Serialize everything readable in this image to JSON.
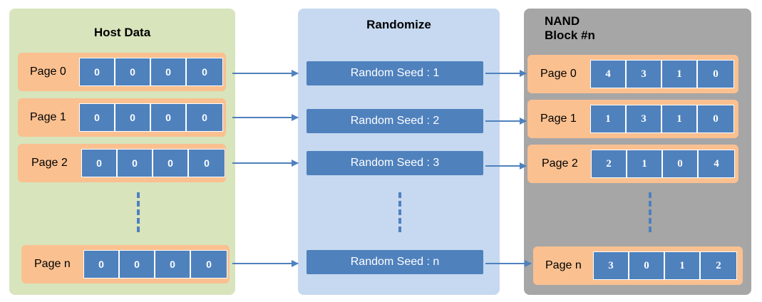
{
  "host": {
    "title": "Host Data",
    "pages": [
      {
        "label": "Page 0",
        "values": [
          "0",
          "0",
          "0",
          "0"
        ]
      },
      {
        "label": "Page 1",
        "values": [
          "0",
          "0",
          "0",
          "0"
        ]
      },
      {
        "label": "Page 2",
        "values": [
          "0",
          "0",
          "0",
          "0"
        ]
      },
      {
        "label": "Page n",
        "values": [
          "0",
          "0",
          "0",
          "0"
        ]
      }
    ]
  },
  "randomize": {
    "title": "Randomize",
    "seeds": [
      "Random Seed : 1",
      "Random Seed : 2",
      "Random Seed : 3",
      "Random Seed : n"
    ]
  },
  "nand": {
    "title_line1": "NAND",
    "title_line2": "Block #n",
    "pages": [
      {
        "label": "Page 0",
        "values": [
          "4",
          "3",
          "1",
          "0"
        ]
      },
      {
        "label": "Page 1",
        "values": [
          "1",
          "3",
          "1",
          "0"
        ]
      },
      {
        "label": "Page 2",
        "values": [
          "2",
          "1",
          "0",
          "4"
        ]
      },
      {
        "label": "Page n",
        "values": [
          "3",
          "0",
          "1",
          "2"
        ]
      }
    ]
  },
  "colors": {
    "host_panel": "#d8e4bc",
    "randomize_panel": "#c6d9f0",
    "nand_panel": "#a6a6a6",
    "page_box": "#fac090",
    "cell_fill": "#4f81bd"
  }
}
